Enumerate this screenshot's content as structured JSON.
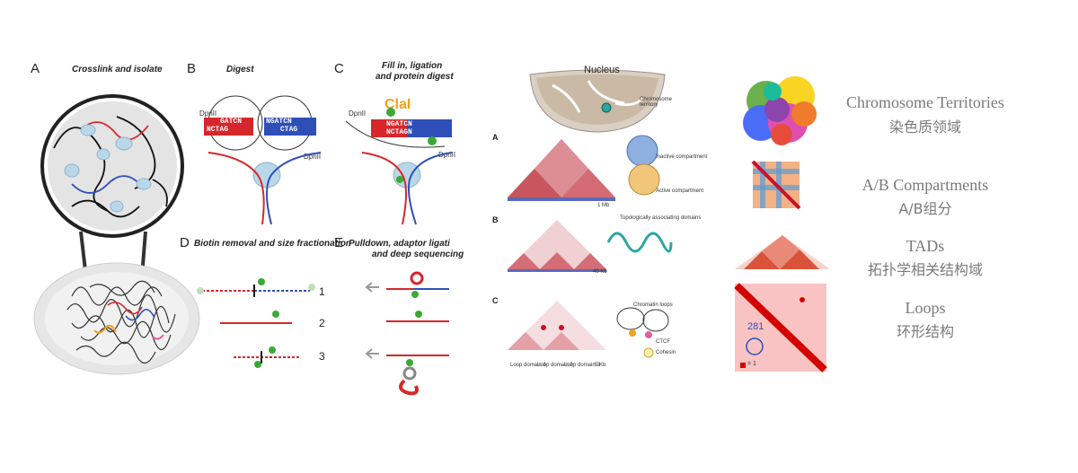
{
  "panels": {
    "A": {
      "letter": "A",
      "title": "Crosslink and isolate"
    },
    "B": {
      "letter": "B",
      "title": "Digest",
      "enzyme1": "DpnII",
      "enzyme2": "DpnII",
      "seq_red_top": "GATCN",
      "seq_red_bot": "NCTAG",
      "seq_blue_top": "NGATCN",
      "seq_blue_bot": "CTAG"
    },
    "C": {
      "letter": "C",
      "title_line1": "Fill in, ligation",
      "title_line2": "and protein digest",
      "enzyme_label": "ClaI",
      "enzyme1": "DpnII",
      "enzyme2": "DpnII",
      "seq_top": "NGATCN",
      "seq_bot": "NCTAGN"
    },
    "D": {
      "letter": "D",
      "title": "Biotin removal and size fractionation",
      "rows": [
        "1",
        "2",
        "3"
      ]
    },
    "E": {
      "letter": "E",
      "title_line1": "Pulldown, adaptor ligati",
      "title_line2": "and deep sequencing"
    }
  },
  "middle": {
    "nucleus_label": "Nucleus",
    "territory_label": "Chromosome territory",
    "sub_a": {
      "letter": "A",
      "scale": "1 Mb",
      "label_active": "Active compartment",
      "label_inactive": "Inactive compartment"
    },
    "sub_b": {
      "letter": "B",
      "label": "Topologically associating domains",
      "scale": "40 Kb"
    },
    "sub_c": {
      "letter": "C",
      "label": "Chromatin loops",
      "scale": "5 Kb",
      "loop_labels": [
        "Loop domain 1",
        "Loop domain 2",
        "Loop domain 3"
      ],
      "legend_ctcf": "CTCF",
      "legend_cohesin": "Cohesin"
    }
  },
  "right": {
    "items": [
      {
        "en": "Chromosome Territories",
        "zh": "染色质领域"
      },
      {
        "en": "A/B Compartments",
        "zh": "A/B组分"
      },
      {
        "en": "TADs",
        "zh": "拓扑学相关结构域"
      },
      {
        "en": "Loops",
        "zh": "环形结构"
      }
    ],
    "loop_annotation": "281",
    "loop_legend": "= 1"
  },
  "colors": {
    "red": "#d7262b",
    "blue": "#2e4fb8",
    "green": "#3aa935",
    "orange": "#f2a21c",
    "heat": "#c8102e"
  }
}
